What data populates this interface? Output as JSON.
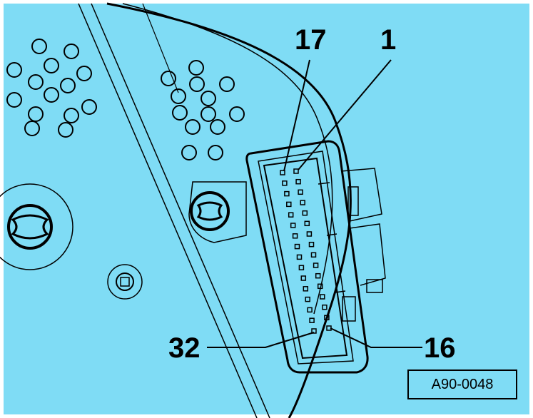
{
  "diagram": {
    "background_color": "#7fdcf5",
    "line_color": "#000000",
    "pin_labels": {
      "pin_17": "17",
      "pin_1": "1",
      "pin_32": "32",
      "pin_16": "16"
    },
    "reference_code": "A90-0048",
    "connector_pins_per_row": 16,
    "connector_rows": 2
  }
}
